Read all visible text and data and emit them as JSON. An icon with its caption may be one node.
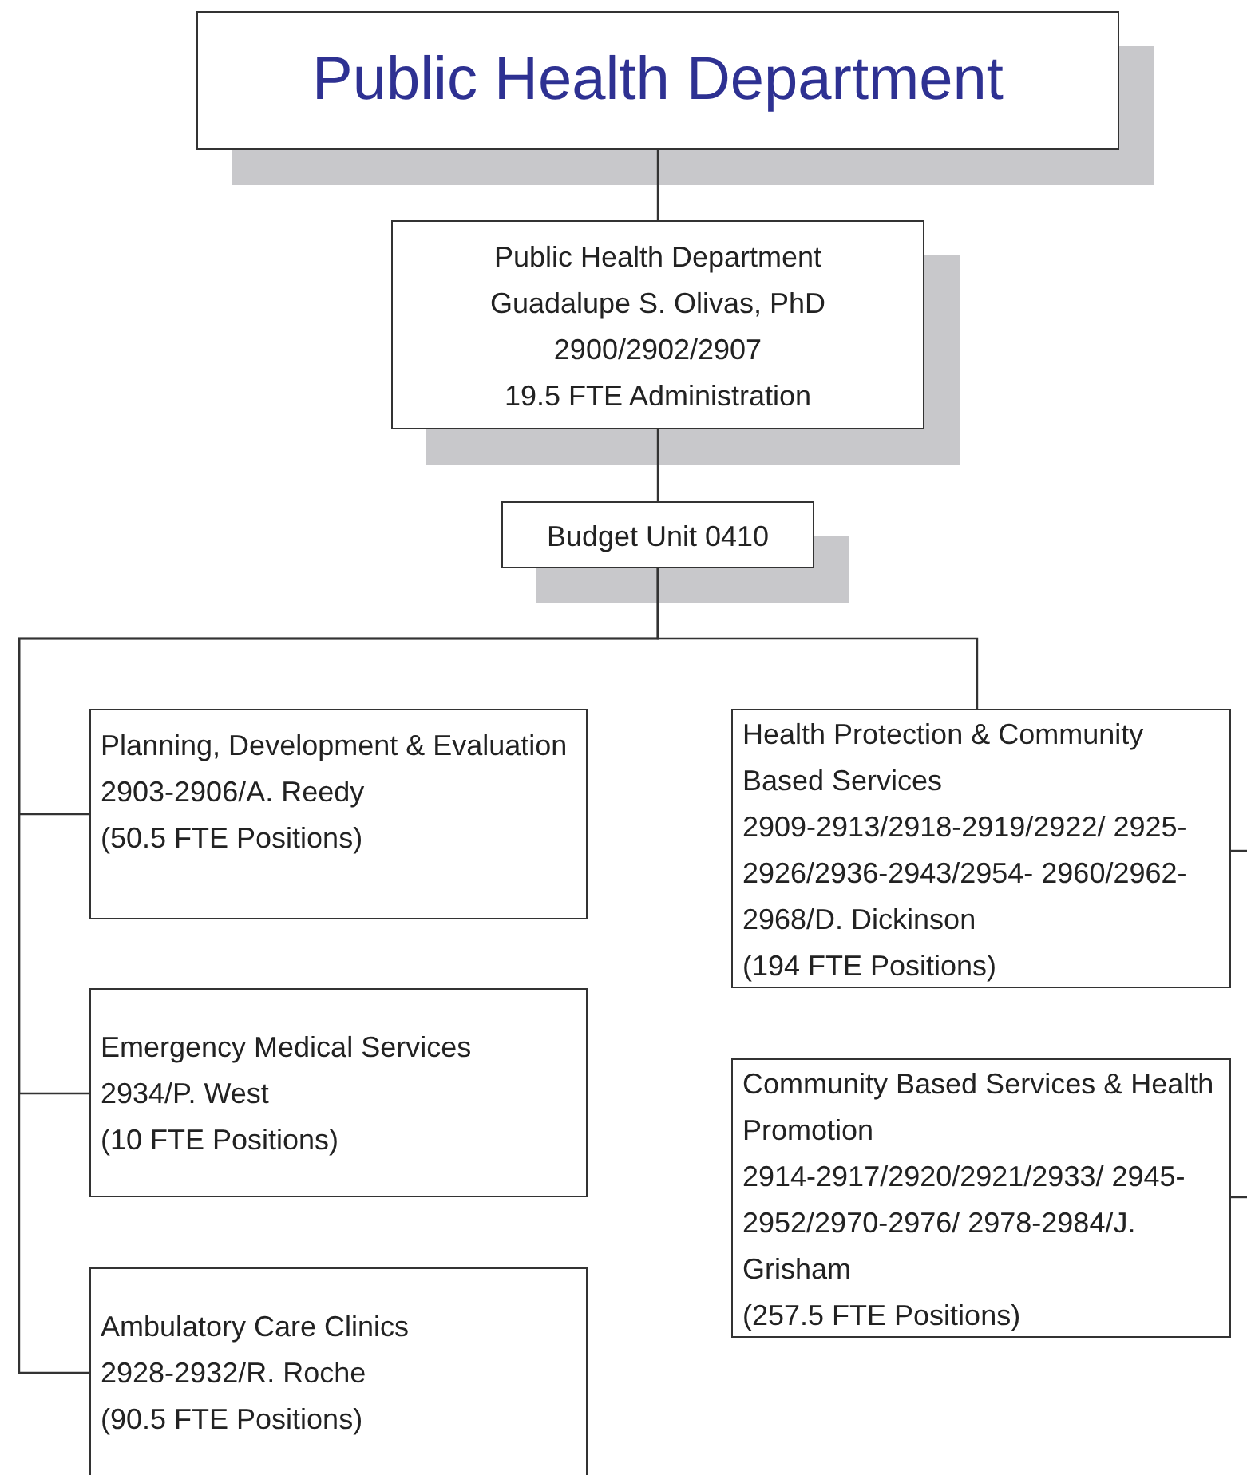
{
  "diagram": {
    "nodes": [
      {
        "text": [
          "Public Health Department"
        ]
      },
      {
        "text": [
          "Public Health Department",
          "Guadalupe S. Olivas, PhD",
          "2900/2902/2907",
          "19.5 FTE Administration"
        ]
      },
      {
        "text": [
          "Budget Unit 0410"
        ]
      },
      {
        "text": [
          "Planning, Development & Evaluation",
          "2903-2906/A. Reedy",
          "(50.5 FTE Positions)"
        ]
      },
      {
        "text": [
          "Emergency Medical Services",
          "2934/P. West",
          "(10 FTE Positions)"
        ]
      },
      {
        "text": [
          "Ambulatory Care Clinics",
          "2928-2932/R. Roche",
          "(90.5 FTE Positions)"
        ]
      },
      {
        "text": [
          "Health Protection & Community Based Services",
          "2909-2913/2918-2919/2922/ 2925-2926/2936-2943/2954- 2960/2962-2968/D. Dickinson",
          "(194 FTE Positions)"
        ]
      },
      {
        "text": [
          "Community Based Services & Health Promotion",
          "2914-2917/2920/2921/2933/ 2945-2952/2970-2976/ 2978-2984/J. Grisham",
          "(257.5 FTE Positions)"
        ]
      }
    ],
    "edges": [
      {
        "from": 0,
        "to": 1,
        "arrow": "none"
      },
      {
        "from": 1,
        "to": 2,
        "arrow": "none"
      },
      {
        "from": 2,
        "to": 3,
        "arrow": "none"
      },
      {
        "from": 2,
        "to": 4,
        "arrow": "none"
      },
      {
        "from": 2,
        "to": 5,
        "arrow": "none"
      },
      {
        "from": 2,
        "to": 6,
        "arrow": "none"
      },
      {
        "from": 6,
        "to": null,
        "arrow": "none"
      },
      {
        "from": 7,
        "to": null,
        "arrow": "none"
      }
    ]
  }
}
